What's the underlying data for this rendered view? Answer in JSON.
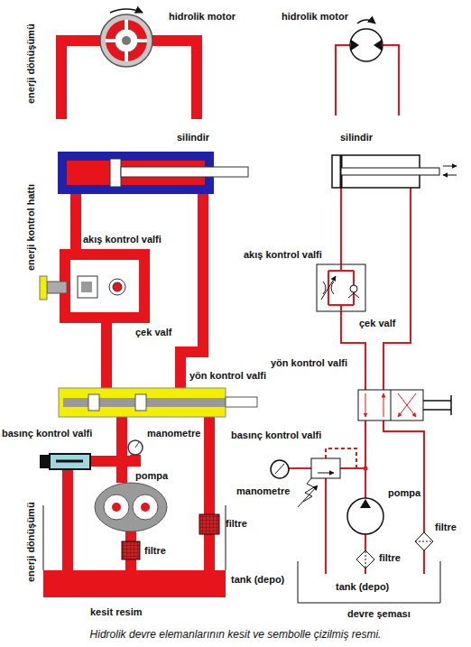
{
  "diagram": {
    "caption": "Hidrolik devre elemanlarının kesit ve sembolle çizilmiş resmi.",
    "labels": [
      "enerji dönüşümü",
      "hidrolik motor",
      "hidrolik motor",
      "silindir",
      "silindir",
      "enerji kontrol hattı",
      "akış kontrol valfi",
      "akış kontrol valfi",
      "çek valf",
      "çek valf",
      "yön kontrol valfi",
      "yön kontrol valfi",
      "basınç kontrol valfi",
      "basınç kontrol valfi",
      "manometre",
      "manometre",
      "pompa",
      "pompa",
      "enerji dönüşümü",
      "filtre",
      "filtre",
      "filtre",
      "filtre",
      "tank (depo)",
      "tank (depo)",
      "kesit resim",
      "devre şeması"
    ]
  }
}
